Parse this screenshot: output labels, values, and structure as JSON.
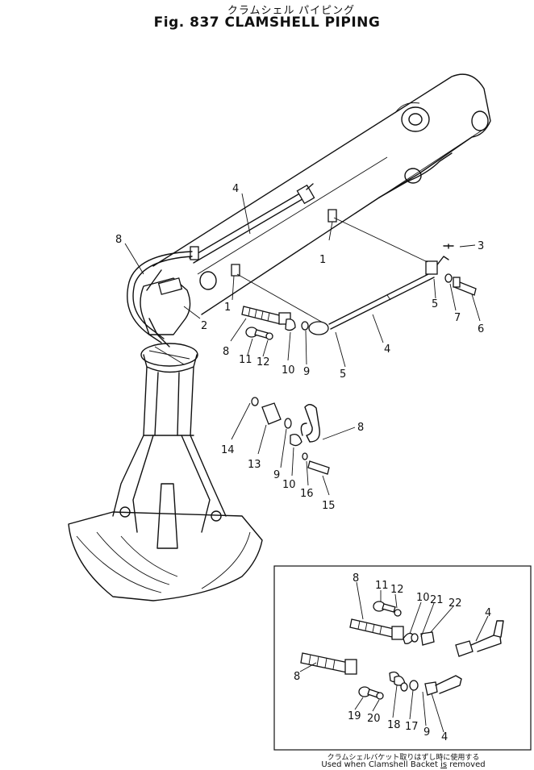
{
  "figure": {
    "title_jp": "クラムシェル パイピング",
    "title": "Fig. 837  CLAMSHELL  PIPING"
  },
  "main_labels": [
    {
      "id": "lbl-4-top",
      "text": "4"
    },
    {
      "id": "lbl-8-left",
      "text": "8"
    },
    {
      "id": "lbl-3",
      "text": "3"
    },
    {
      "id": "lbl-1-right",
      "text": "1"
    },
    {
      "id": "lbl-1-left",
      "text": "1"
    },
    {
      "id": "lbl-2",
      "text": "2"
    },
    {
      "id": "lbl-5-right",
      "text": "5"
    },
    {
      "id": "lbl-7",
      "text": "7"
    },
    {
      "id": "lbl-6",
      "text": "6"
    },
    {
      "id": "lbl-8-mid",
      "text": "8"
    },
    {
      "id": "lbl-11",
      "text": "11"
    },
    {
      "id": "lbl-12",
      "text": "12"
    },
    {
      "id": "lbl-10-a",
      "text": "10"
    },
    {
      "id": "lbl-9-a",
      "text": "9"
    },
    {
      "id": "lbl-5-mid",
      "text": "5"
    },
    {
      "id": "lbl-4-mid",
      "text": "4"
    },
    {
      "id": "lbl-8-right",
      "text": "8"
    },
    {
      "id": "lbl-14",
      "text": "14"
    },
    {
      "id": "lbl-13",
      "text": "13"
    },
    {
      "id": "lbl-9-b",
      "text": "9"
    },
    {
      "id": "lbl-10-b",
      "text": "10"
    },
    {
      "id": "lbl-16",
      "text": "16"
    },
    {
      "id": "lbl-15",
      "text": "15"
    }
  ],
  "inset_labels": [
    {
      "id": "in-8-top",
      "text": "8"
    },
    {
      "id": "in-11",
      "text": "11"
    },
    {
      "id": "in-12",
      "text": "12"
    },
    {
      "id": "in-10",
      "text": "10"
    },
    {
      "id": "in-21",
      "text": "21"
    },
    {
      "id": "in-22",
      "text": "22"
    },
    {
      "id": "in-4-top",
      "text": "4"
    },
    {
      "id": "in-8-bottom",
      "text": "8"
    },
    {
      "id": "in-19",
      "text": "19"
    },
    {
      "id": "in-20",
      "text": "20"
    },
    {
      "id": "in-18",
      "text": "18"
    },
    {
      "id": "in-17",
      "text": "17"
    },
    {
      "id": "in-9",
      "text": "9"
    },
    {
      "id": "in-4-bottom",
      "text": "4"
    }
  ],
  "inset_note": {
    "jp": "クラムシェルバケット取りはずし時に使用する",
    "en_pre": "Used  when  Clamshell  Backet ",
    "en_is": "is",
    "en_post": " removed"
  }
}
